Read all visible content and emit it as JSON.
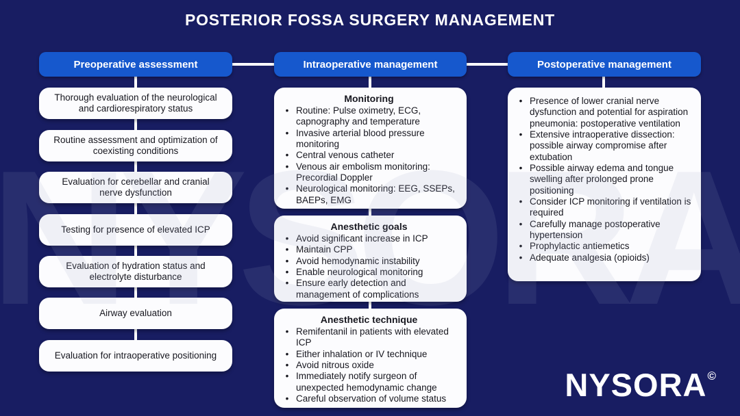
{
  "title": "POSTERIOR FOSSA SURGERY MANAGEMENT",
  "watermark": {
    "text": "NYSORA",
    "copyright": "©"
  },
  "logo": {
    "text": "NYSORA",
    "copyright": "©"
  },
  "colors": {
    "background": "#181d62",
    "header_pill": "#1658cd",
    "box_fill": "#fcfcfe",
    "connector_line": "#ffffff",
    "box_text": "#17171f",
    "title_text": "#ffffff"
  },
  "columns": [
    {
      "header": "Preoperative assessment",
      "boxes": [
        {
          "text": "Thorough evaluation of the neurological and cardiorespiratory status"
        },
        {
          "text": "Routine assessment and optimization of coexisting conditions"
        },
        {
          "text": "Evaluation for cerebellar and cranial nerve dysfunction"
        },
        {
          "text": "Testing for presence of elevated ICP"
        },
        {
          "text": "Evaluation of hydration status and electrolyte disturbance"
        },
        {
          "text": "Airway evaluation"
        },
        {
          "text": "Evaluation for intraoperative positioning"
        }
      ]
    },
    {
      "header": "Intraoperative management",
      "boxes": [
        {
          "heading": "Monitoring",
          "bullets": [
            "Routine: Pulse oximetry, ECG, capnography and temperature",
            "Invasive arterial blood pressure monitoring",
            "Central venous catheter",
            "Venous air embolism monitoring: Precordial Doppler",
            "Neurological monitoring: EEG, SSEPs, BAEPs, EMG"
          ]
        },
        {
          "heading": "Anesthetic goals",
          "bullets": [
            "Avoid significant increase in ICP",
            "Maintain CPP",
            "Avoid hemodynamic instability",
            "Enable neurological monitoring",
            "Ensure early detection and management of complications"
          ]
        },
        {
          "heading": "Anesthetic technique",
          "bullets": [
            "Remifentanil in patients with elevated ICP",
            "Either inhalation or IV technique",
            "Avoid nitrous oxide",
            "Immediately notify surgeon of unexpected hemodynamic change",
            "Careful observation of volume status"
          ]
        }
      ]
    },
    {
      "header": "Postoperative management",
      "boxes": [
        {
          "bullets": [
            "Presence of lower cranial nerve dysfunction and potential for aspiration pneumonia: postoperative ventilation",
            "Extensive intraoperative dissection: possible airway compromise after extubation",
            "Possible airway edema and tongue swelling after prolonged prone positioning",
            "Consider ICP monitoring if ventilation is required",
            "Carefully manage postoperative hypertension",
            "Prophylactic antiemetics",
            "Adequate analgesia (opioids)"
          ]
        }
      ]
    }
  ]
}
